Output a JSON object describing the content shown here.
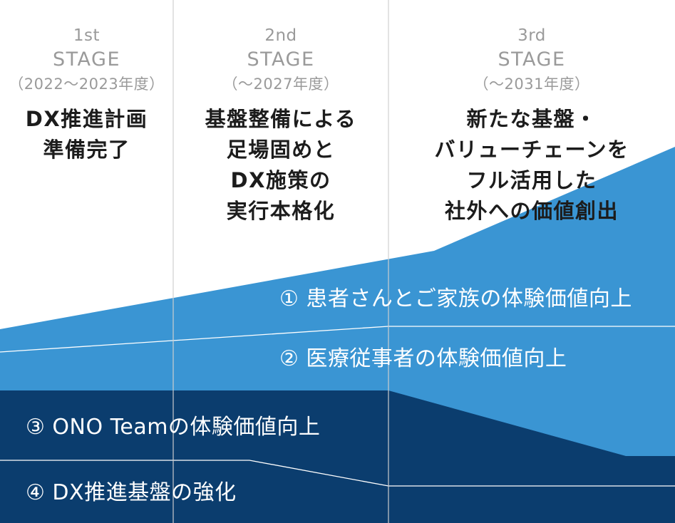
{
  "stages": [
    {
      "number": "1st",
      "word": "STAGE",
      "period": "（2022〜2023年度）",
      "goal": "DX推進計画\n準備完了"
    },
    {
      "number": "2nd",
      "word": "STAGE",
      "period": "（〜2027年度）",
      "goal": "基盤整備による\n足場固めと\nDX施策の\n実行本格化"
    },
    {
      "number": "3rd",
      "word": "STAGE",
      "period": "（〜2031年度）",
      "goal": "新たな基盤・\nバリューチェーンを\nフル活用した\n社外への価値創出"
    }
  ],
  "bands": [
    {
      "label": "① 患者さんとご家族の体験価値向上",
      "color": "#3a95d3"
    },
    {
      "label": "② 医療従事者の体験価値向上",
      "color": "#3a95d3"
    },
    {
      "label": "③ ONO Teamの体験価値向上",
      "color": "#0b3d6e"
    },
    {
      "label": "④ DX推進基盤の強化",
      "color": "#0b3d6e"
    }
  ],
  "colors": {
    "light_band": "#3a95d3",
    "dark_band": "#0b3d6e",
    "divider": "#cfcfcf",
    "band_separator": "#ffffff",
    "stage_header_text": "#9a9a9a",
    "stage_goal_text": "#1c1c1c"
  }
}
